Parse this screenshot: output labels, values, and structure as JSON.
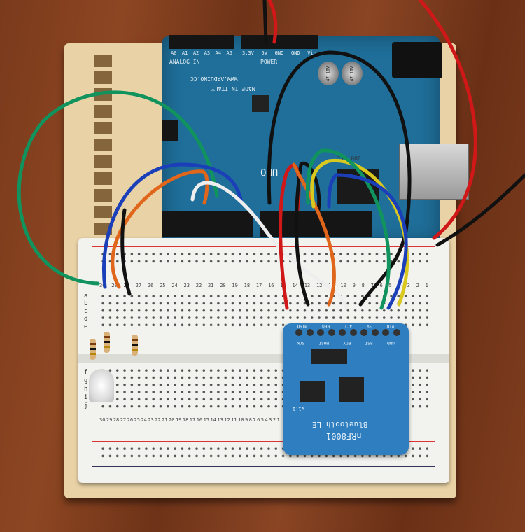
{
  "arduino": {
    "analog_label": "ANALOG IN",
    "analog_pins": [
      "A0",
      "A1",
      "A2",
      "A3",
      "A4",
      "A5"
    ],
    "power_label": "POWER",
    "power_pins": [
      "3.3V",
      "5V",
      "GND",
      "GND",
      "Vin"
    ],
    "made_in": "MADE IN ITALY",
    "url": "WWW.ARDUINO.CC",
    "crystal": "T16.000",
    "logo": "UNO",
    "cap_label": "47 16V"
  },
  "nrf": {
    "name": "nRF8001",
    "subtitle": "Bluetooth LE",
    "version": "v1.1",
    "pins_top": [
      "VIN",
      "3V",
      "ACT",
      "REQ",
      "MISO"
    ],
    "pins_bottom": [
      "GND",
      "RST",
      "RDY",
      "MOSI",
      "SCK"
    ]
  },
  "breadboard": {
    "rows_left": [
      "a",
      "b",
      "c",
      "d",
      "e"
    ],
    "rows_right": [
      "f",
      "g",
      "h",
      "i",
      "j"
    ],
    "columns": [
      "30",
      "29",
      "28",
      "27",
      "26",
      "25",
      "24",
      "23",
      "22",
      "21",
      "20",
      "19",
      "18",
      "17",
      "16",
      "15",
      "14",
      "13",
      "12",
      "11",
      "10",
      "9",
      "8",
      "7",
      "6",
      "5",
      "4",
      "3",
      "2",
      "1"
    ]
  },
  "colors": {
    "wire_green": "#11935e",
    "wire_blue": "#1a3fb8",
    "wire_orange": "#e0661c",
    "wire_red": "#d01818",
    "wire_black": "#111111",
    "wire_yellow": "#d8c820",
    "wire_white": "#eeeeee",
    "board": "#1f6f9a",
    "module": "#2f7fc0"
  }
}
